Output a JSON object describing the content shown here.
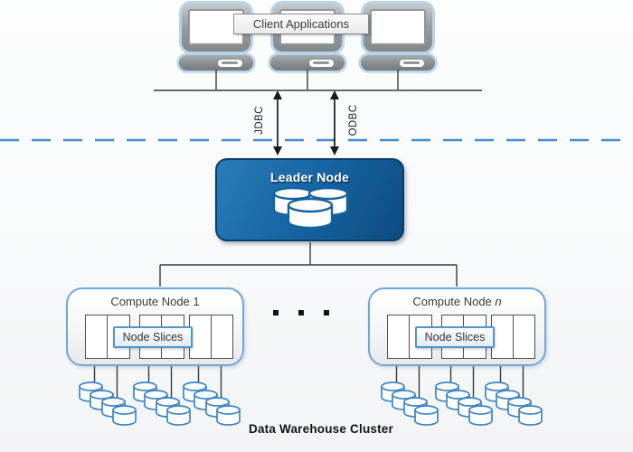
{
  "client": {
    "label": "Client Applications",
    "monitor_count": 3
  },
  "protocols": {
    "jdbc": "JDBC",
    "odbc": "ODBC"
  },
  "boundary": {
    "style": "dashed",
    "color": "#3f8ccc"
  },
  "leader": {
    "label": "Leader Node",
    "icon": "database-cylinders-icon",
    "color": "#15639f"
  },
  "compute": {
    "node1": {
      "title_prefix": "Compute Node ",
      "title_suffix": "1",
      "slices_label": "Node Slices",
      "slice_count": 6,
      "disk_cluster_count": 6
    },
    "noden": {
      "title_prefix": "Compute Node ",
      "title_suffix": "n",
      "slices_label": "Node Slices",
      "slice_count": 6,
      "disk_cluster_count": 6
    }
  },
  "ellipsis": {
    "dot_count": 3
  },
  "footer": {
    "label": "Data Warehouse Cluster"
  },
  "icons": {
    "client": "monitor-icon",
    "leader": "database-cylinders-icon",
    "storage": "disk-cylinder-icon"
  },
  "colors": {
    "leader_blue_light": "#2b7cb8",
    "leader_blue_dark": "#0d4b7f",
    "leader_border": "#0a3e67",
    "dashed_line": "#3f8ccc",
    "node_border": "#71a7d8",
    "slices_label_border": "#4f94cd",
    "disk_stroke": "#3e86c2",
    "connector_line": "#3a3a3a",
    "arrow": "#1a1a1a",
    "monitor_ring": "#b9d3e8"
  }
}
